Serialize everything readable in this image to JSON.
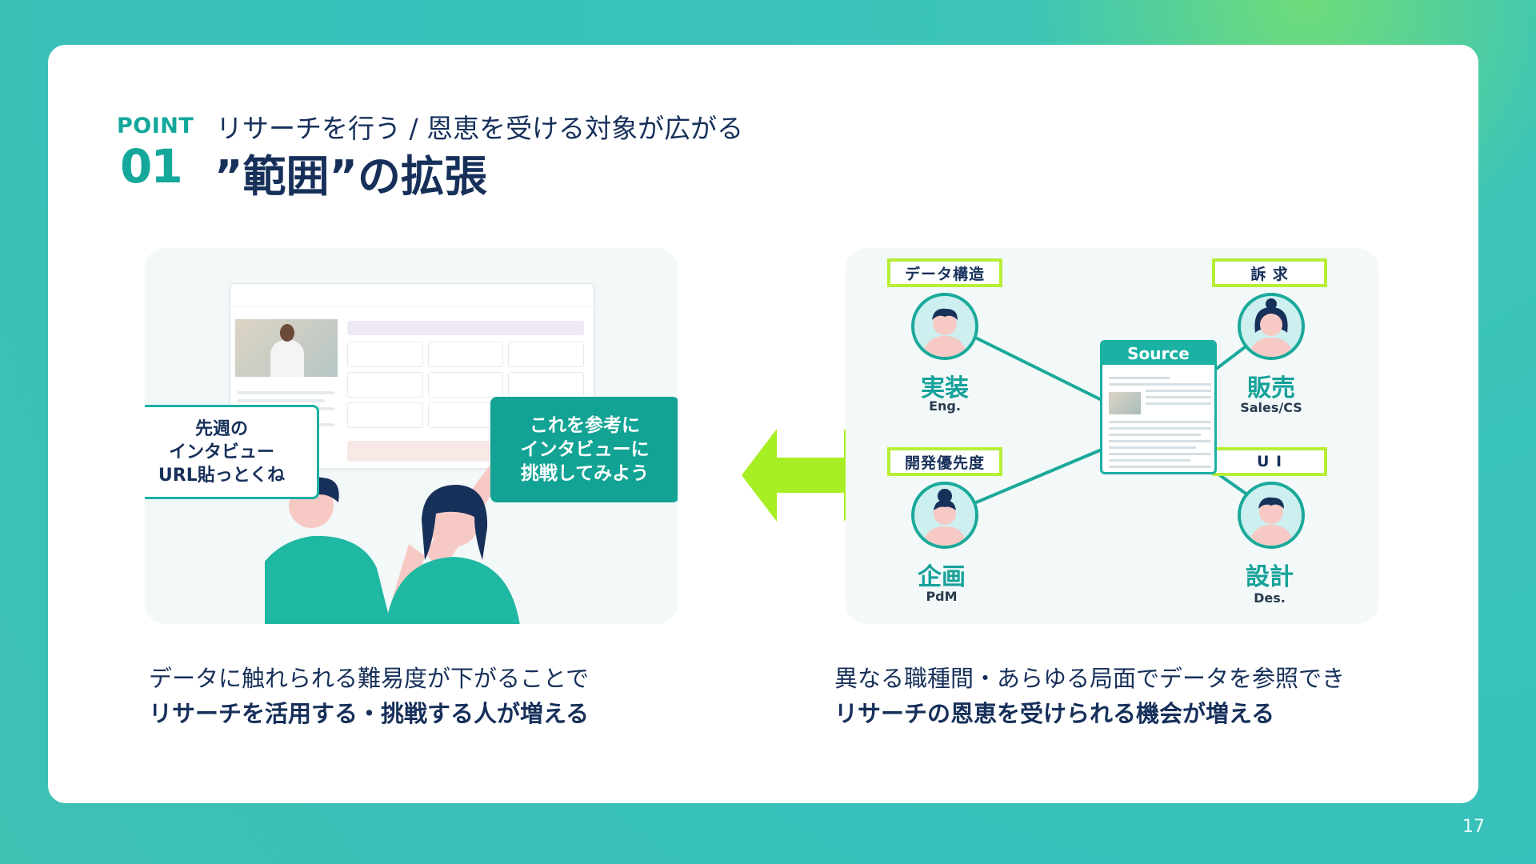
{
  "page_number": "17",
  "header": {
    "point_label": "POINT",
    "point_number": "01",
    "subtitle": "リサーチを行う / 恩恵を受ける対象が広がる",
    "title": "”範囲”の拡張"
  },
  "left_panel": {
    "speech_left": "先週の\nインタビュー\nURL貼っとくね",
    "speech_right": "これを参考に\nインタビューに\n挑戦してみよう"
  },
  "right_panel": {
    "source_label": "Source",
    "nodes": [
      {
        "tag": "データ構造",
        "role": "実装",
        "role_en": "Eng."
      },
      {
        "tag": "訴 求",
        "role": "販売",
        "role_en": "Sales/CS"
      },
      {
        "tag": "開発優先度",
        "role": "企画",
        "role_en": "PdM"
      },
      {
        "tag": "U I",
        "role": "設計",
        "role_en": "Des."
      }
    ]
  },
  "captions": {
    "left_line1": "データに触れられる難易度が下がることで",
    "left_line2": "リサーチを活用する・挑戦する人が増える",
    "right_line1": "異なる職種間・あらゆる局面でデータを参照でき",
    "right_line2": "リサーチの恩恵を受けられる機会が増える"
  },
  "colors": {
    "accent": "#14a79b",
    "navy": "#17305a",
    "lime": "#b6ee38"
  }
}
